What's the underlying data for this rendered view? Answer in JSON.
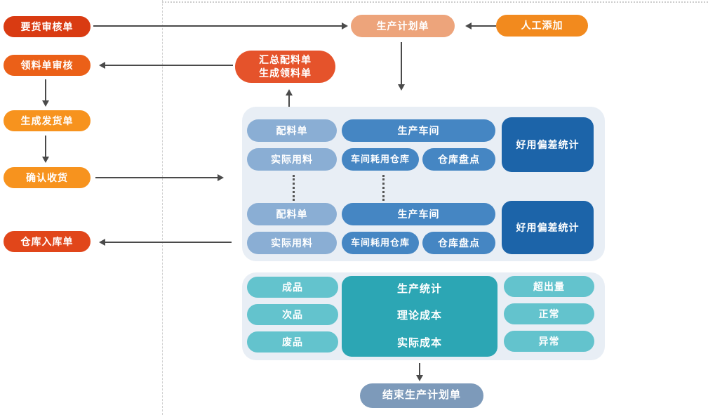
{
  "left_flow": {
    "items": [
      "要货审核单",
      "领料单审核",
      "生成发货单",
      "确认收货",
      "仓库入库单"
    ]
  },
  "top": {
    "production_plan": "生产计划单",
    "manual_add": "人工添加",
    "summary_line1": "汇总配料单",
    "summary_line2": "生成领料单"
  },
  "workshop_panel": {
    "groups": [
      {
        "batching": "配料单",
        "workshop": "生产车间",
        "variance": "好用偏差统计",
        "actual_usage": "实际用料",
        "workshop_warehouse": "车间耗用仓库",
        "stocktake": "仓库盘点"
      },
      {
        "batching": "配料单",
        "workshop": "生产车间",
        "variance": "好用偏差统计",
        "actual_usage": "实际用料",
        "workshop_warehouse": "车间耗用仓库",
        "stocktake": "仓库盘点"
      }
    ]
  },
  "stats_panel": {
    "outputs": [
      "成品",
      "次品",
      "废品"
    ],
    "center": [
      "生产统计",
      "理论成本",
      "实际成本"
    ],
    "statuses": [
      "超出量",
      "正常",
      "异常"
    ]
  },
  "end_node": {
    "label": "结束生产计划单"
  },
  "colors": {
    "demand_red": "#D93B12",
    "picking_orange_red": "#EB6018",
    "orange": "#F7931E",
    "inbound_red": "#E1461A",
    "plan_salmon": "#EDA47B",
    "manual_orange": "#F28A1E",
    "summary_red": "#E5532B",
    "panel_bg": "#E8EEF5",
    "light_blue": "#8AAED4",
    "blue": "#4586C3",
    "dark_blue": "#1C64A9",
    "teal_light": "#63C3CD",
    "teal": "#2CA6B4",
    "end_slate": "#7D9ABA",
    "arrow": "#4a4a4a"
  }
}
